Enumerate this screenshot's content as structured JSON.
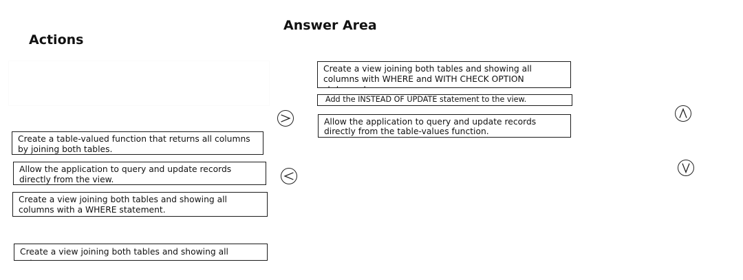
{
  "actions": {
    "title": "Actions",
    "items": [
      {
        "label": "Create a table-valued function that returns all columns by joining both tables."
      },
      {
        "label": "Allow the application to query and update records directly from the view."
      },
      {
        "label": "Create a view joining both tables and showing all columns with a WHERE statement."
      },
      {
        "label": "Create a view joining both tables and showing all columns."
      }
    ]
  },
  "answer_area": {
    "title": "Answer Area",
    "items": [
      {
        "label": "Create a view joining both tables and showing all columns with WHERE and WITH CHECK OPTION statements."
      },
      {
        "label": "Add the INSTEAD OF UPDATE statement to the view."
      },
      {
        "label": "Allow the application to query and update records directly from the table-values function."
      }
    ]
  },
  "controls": {
    "move_right_icon": "chevron-right-icon",
    "move_left_icon": "chevron-left-icon",
    "move_up_icon": "chevron-up-icon",
    "move_down_icon": "chevron-down-icon"
  }
}
